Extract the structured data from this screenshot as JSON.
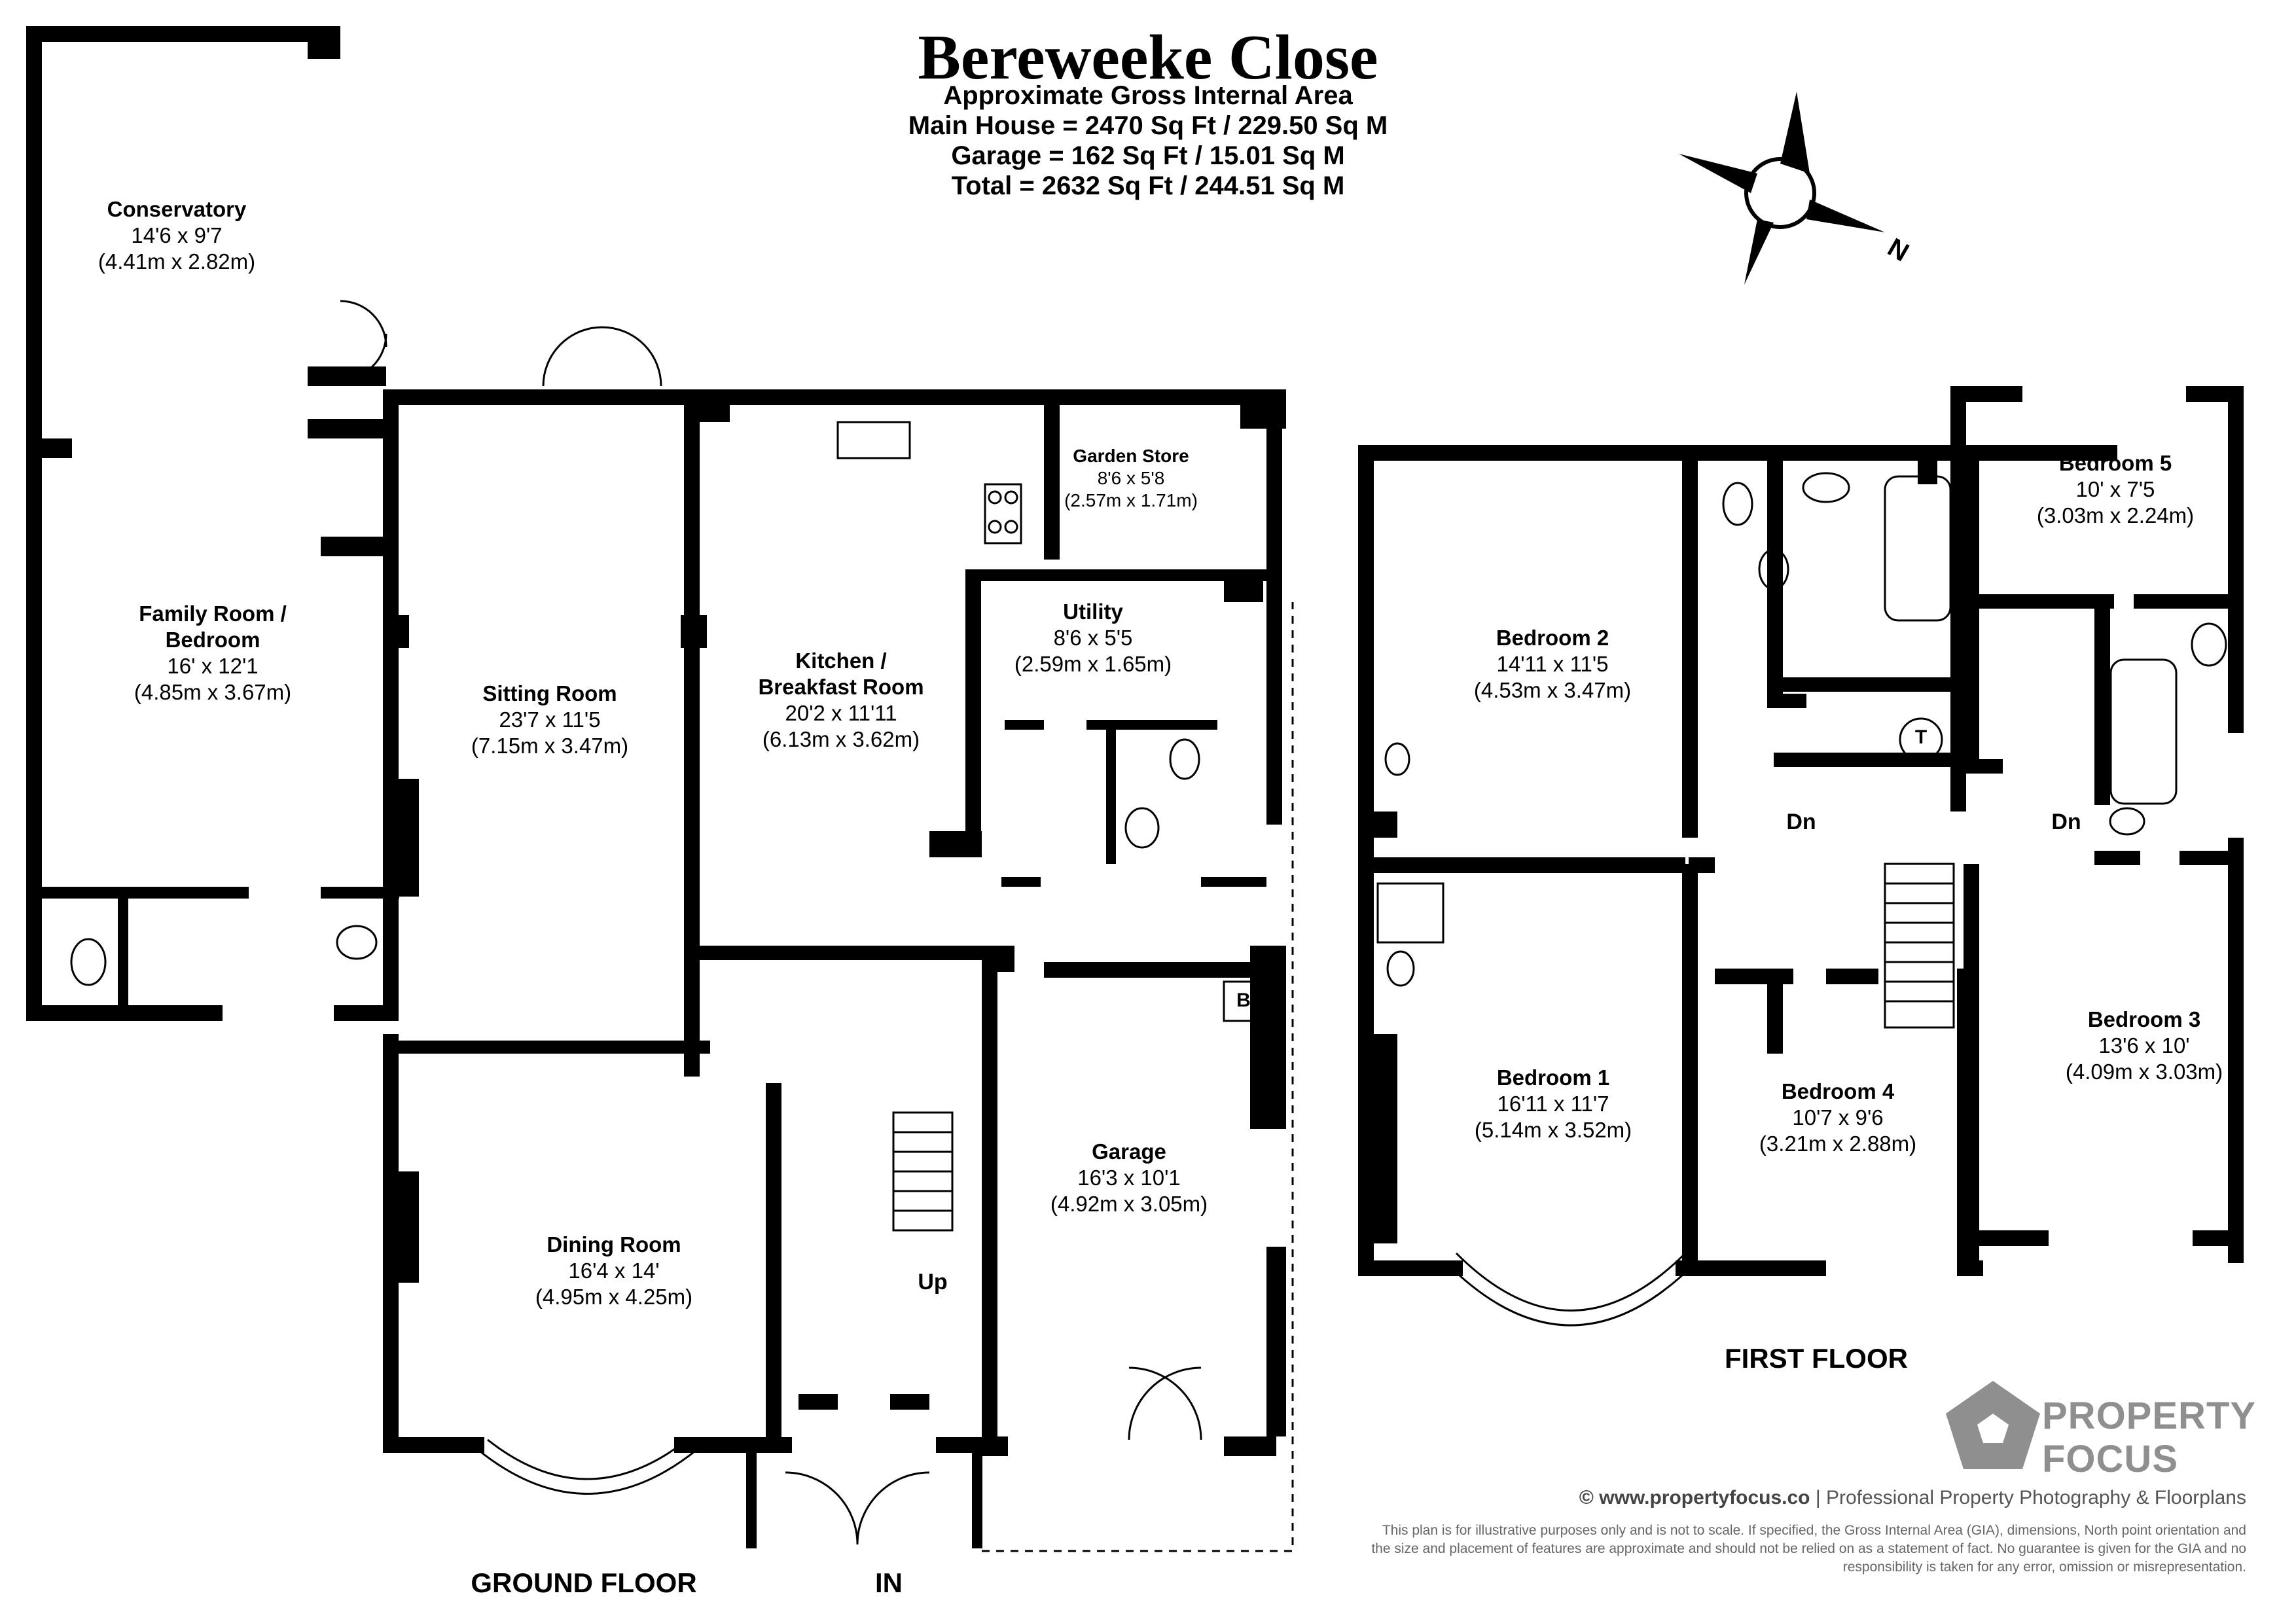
{
  "title": {
    "name": "Bereweeke Close",
    "line1": "Approximate Gross Internal Area",
    "line2": "Main House = 2470 Sq Ft / 229.50 Sq M",
    "line3": "Garage = 162 Sq Ft / 15.01 Sq M",
    "line4": "Total = 2632 Sq Ft / 244.51 Sq M"
  },
  "compass": {
    "north_label": "N",
    "icon": "compass-rose-icon"
  },
  "ground_floor": {
    "label": "GROUND FLOOR",
    "entrance_label": "IN",
    "stairs_label": "Up",
    "boiler_label": "B",
    "rooms": [
      {
        "name": "Conservatory",
        "dim_ft": "14'6 x 9'7",
        "dim_m": "(4.41m x 2.82m)"
      },
      {
        "name": "Family Room /",
        "name2": "Bedroom",
        "dim_ft": "16' x 12'1",
        "dim_m": "(4.85m x 3.67m)"
      },
      {
        "name": "Sitting Room",
        "dim_ft": "23'7 x 11'5",
        "dim_m": "(7.15m x 3.47m)"
      },
      {
        "name": "Kitchen /",
        "name2": "Breakfast Room",
        "dim_ft": "20'2 x 11'11",
        "dim_m": "(6.13m x 3.62m)"
      },
      {
        "name": "Garden Store",
        "dim_ft": "8'6 x 5'8",
        "dim_m": "(2.57m x 1.71m)"
      },
      {
        "name": "Utility",
        "dim_ft": "8'6 x 5'5",
        "dim_m": "(2.59m x 1.65m)"
      },
      {
        "name": "Garage",
        "dim_ft": "16'3 x 10'1",
        "dim_m": "(4.92m x 3.05m)"
      },
      {
        "name": "Dining Room",
        "dim_ft": "16'4 x 14'",
        "dim_m": "(4.95m x 4.25m)"
      }
    ]
  },
  "first_floor": {
    "label": "FIRST FLOOR",
    "stairs_label_left": "Dn",
    "stairs_label_right": "Dn",
    "tank_label": "T",
    "rooms": [
      {
        "name": "Bedroom 2",
        "dim_ft": "14'11 x 11'5",
        "dim_m": "(4.53m x 3.47m)"
      },
      {
        "name": "Bedroom 5",
        "dim_ft": "10' x 7'5",
        "dim_m": "(3.03m x 2.24m)"
      },
      {
        "name": "Bedroom 1",
        "dim_ft": "16'11 x 11'7",
        "dim_m": "(5.14m x 3.52m)"
      },
      {
        "name": "Bedroom 4",
        "dim_ft": "10'7 x 9'6",
        "dim_m": "(3.21m x 2.88m)"
      },
      {
        "name": "Bedroom 3",
        "dim_ft": "13'6 x 10'",
        "dim_m": "(4.09m x 3.03m)"
      }
    ]
  },
  "brand": {
    "line1": "PROPERTY",
    "line2": "FOCUS",
    "logo_icon": "pentagon-logo-icon"
  },
  "credit": {
    "site": "© www.propertyfocus.co",
    "tagline": " | Professional Property Photography & Floorplans"
  },
  "disclaimer": "This plan is for illustrative purposes only and is not to scale. If specified, the Gross Internal Area (GIA), dimensions, North point orientation and the size and placement of features are approximate and should not be relied on as a statement of fact. No guarantee is given for the GIA and no responsibility is taken for any error, omission or misrepresentation."
}
